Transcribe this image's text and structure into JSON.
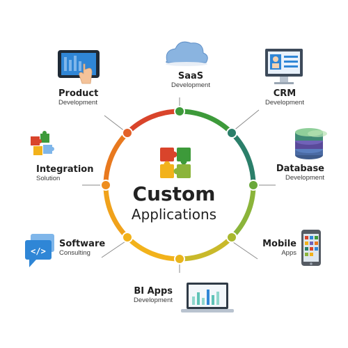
{
  "center": {
    "title": "Custom",
    "subtitle": "Applications"
  },
  "nodes": [
    {
      "id": "saas",
      "title": "SaaS",
      "subtitle": "Development",
      "icon": "cloud-icon"
    },
    {
      "id": "crm",
      "title": "CRM",
      "subtitle": "Development",
      "icon": "crm-monitor-icon"
    },
    {
      "id": "database",
      "title": "Database",
      "subtitle": "Development",
      "icon": "database-icon"
    },
    {
      "id": "mobile",
      "title": "Mobile",
      "subtitle": "Apps",
      "icon": "smartphone-icon"
    },
    {
      "id": "bi",
      "title": "BI Apps",
      "subtitle": "Development",
      "icon": "laptop-chart-icon"
    },
    {
      "id": "software",
      "title": "Software",
      "subtitle": "Consulting",
      "icon": "code-chat-icon"
    },
    {
      "id": "integration",
      "title": "Integration",
      "subtitle": "Solution",
      "icon": "puzzle-icon"
    },
    {
      "id": "product",
      "title": "Product",
      "subtitle": "Development",
      "icon": "tablet-touch-icon"
    }
  ],
  "colors": {
    "green": "#3a9a3a",
    "yellow": "#f2b21b",
    "orange": "#e8791f",
    "red": "#d9442b",
    "olive": "#8bb43a",
    "teal": "#2b7f6a",
    "connector": "#8a8a8a",
    "blue": "#2f86d6"
  }
}
